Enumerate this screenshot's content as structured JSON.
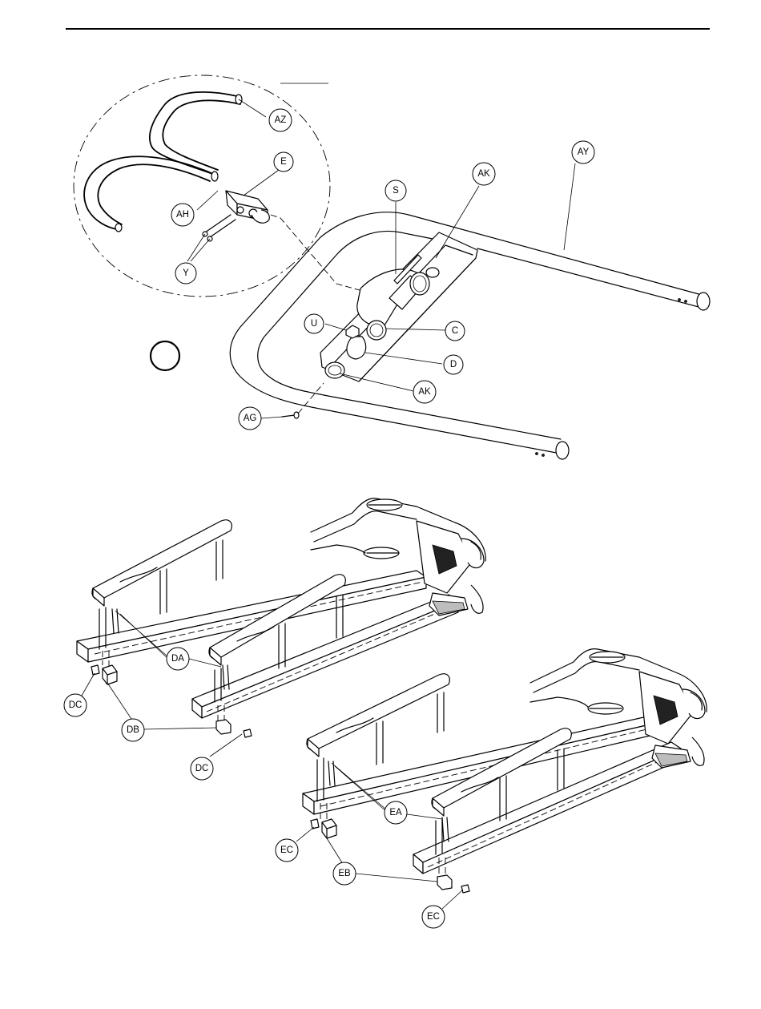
{
  "callouts": {
    "AZ": "AZ",
    "E": "E",
    "AH": "AH",
    "Y": "Y",
    "AY": "AY",
    "AK": "AK",
    "S": "S",
    "U": "U",
    "C": "C",
    "D": "D",
    "AG": "AG",
    "DA": "DA",
    "DB": "DB",
    "DC": "DC",
    "EA": "EA",
    "EB": "EB",
    "EC": "EC"
  },
  "colors": {
    "line": "#000000",
    "background": "#ffffff"
  }
}
